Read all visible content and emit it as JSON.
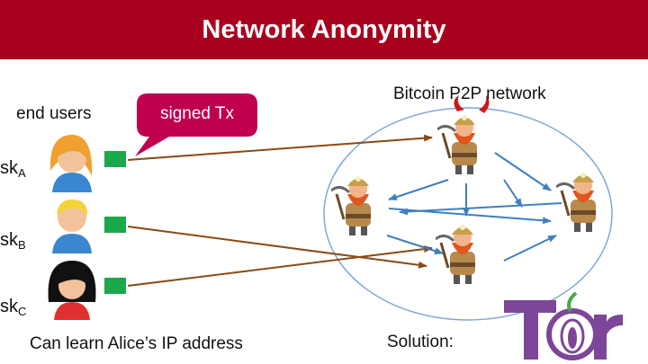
{
  "slide": {
    "title": "Network Anonymity",
    "end_users_label": "end users",
    "bubble_label": "signed Tx",
    "network_label": "Bitcoin P2P network",
    "bottom_left_text": "Can learn Alice’s IP address",
    "solution_label": "Solution:",
    "tor_logo_text": "Tor"
  },
  "users": [
    {
      "key_prefix": "sk",
      "key_sub": "A",
      "hair": "orange"
    },
    {
      "key_prefix": "sk",
      "key_sub": "B",
      "hair": "yellow"
    },
    {
      "key_prefix": "sk",
      "key_sub": "C",
      "hair": "black"
    }
  ],
  "colors": {
    "title_bg": "#a8001c",
    "packet": "#1aa84a",
    "user_arrow": "#8a4a12",
    "peer_arrow": "#3f7fc0",
    "bubble": "#c0004e",
    "tor_purple": "#7d4698"
  }
}
